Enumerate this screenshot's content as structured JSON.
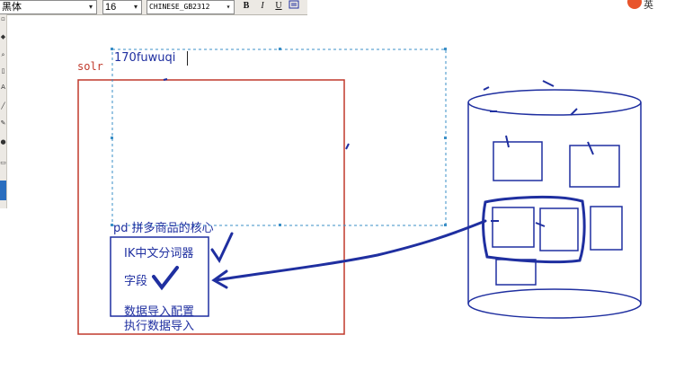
{
  "toolbar": {
    "font_value": "黑体",
    "size_value": "16",
    "charset_value": "CHINESE_GB2312",
    "bold_label": "B",
    "italic_label": "I",
    "underline_label": "U",
    "caret": "▾"
  },
  "palette": {
    "tools": [
      "select-tool",
      "move-tool",
      "zoom-tool",
      "eraser-tool",
      "text-tool",
      "line-tool",
      "pencil-tool",
      "color-tool",
      "shape-tool",
      "fill-tool"
    ]
  },
  "badge": {
    "text": "英"
  },
  "canvas": {
    "solr_label": "solr",
    "text_input_value": "170fuwuqi",
    "pd_label": "pd 拼多商品的核心",
    "ik_label": "IK中文分词器",
    "field_label": "字段",
    "import_config_label": "数据导入配置",
    "import_run_label": "执行数据导入"
  },
  "colors": {
    "ink": "#1f2fa0",
    "solr_box": "#c0392b",
    "selection": "#3a8fc7"
  }
}
